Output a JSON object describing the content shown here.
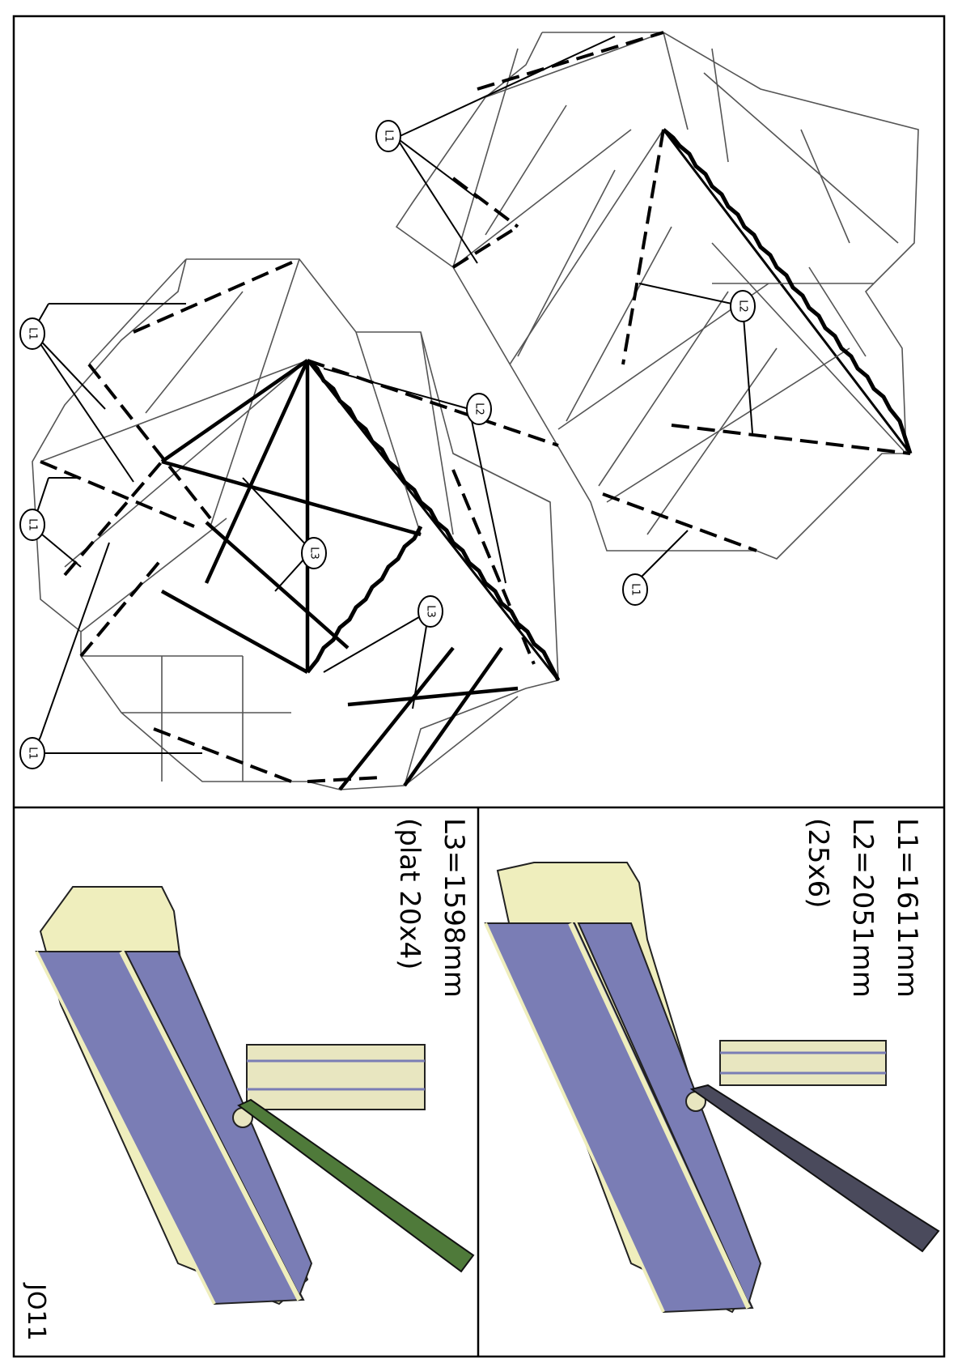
{
  "callouts": {
    "l1": "L1",
    "l2": "L2",
    "l3": "L3"
  },
  "specs": {
    "l1": "L1=1611mm",
    "l2": "L2=2051mm",
    "l2_section": "(25x6)",
    "l3": "L3=1598mm",
    "l3_section": "(plat 20x4)"
  },
  "page_code": "JO11",
  "colors": {
    "profile_face": "#7a7db5",
    "profile_end": "#efeebd",
    "brace_l2": "#4a4a5c",
    "brace_l3": "#4f7a3a"
  }
}
